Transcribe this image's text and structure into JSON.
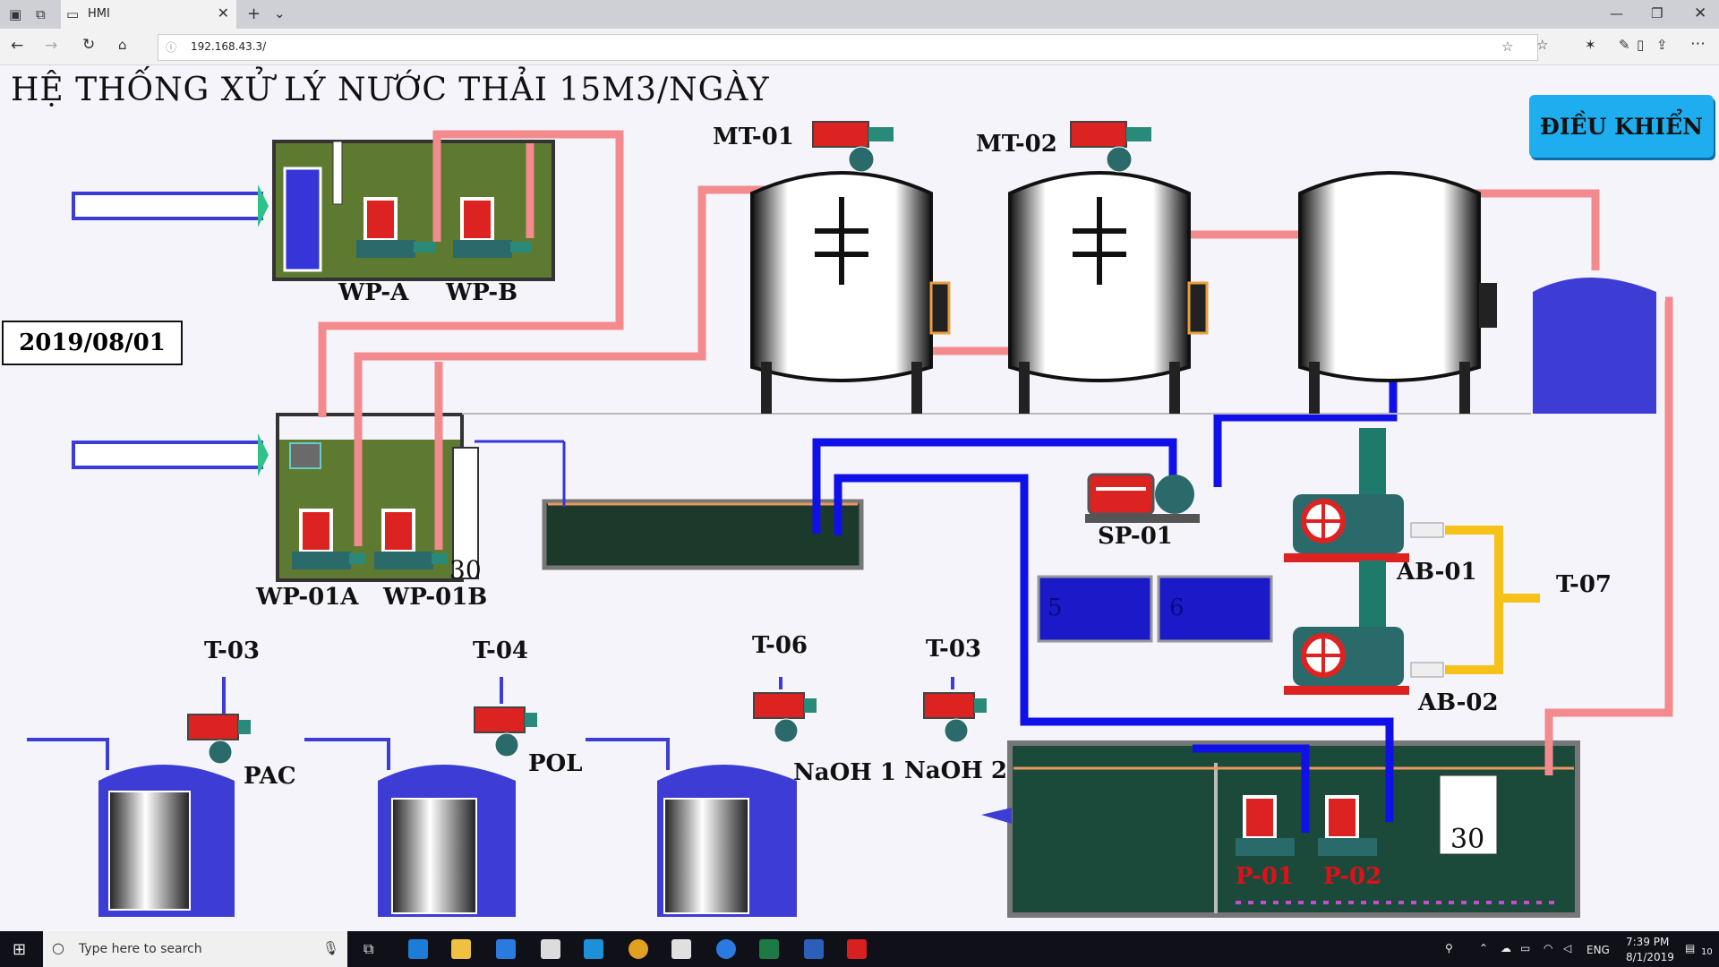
{
  "browser": {
    "tab_title": "HMI",
    "address": "192.168.43.3/"
  },
  "hmi": {
    "title": "HỆ THỐNG XỬ LÝ NƯỚC THẢI 15M3/NGÀY",
    "control_button": "ĐIỀU KHIỂN",
    "date": "2019/08/01",
    "labels": {
      "wp_a": "WP-A",
      "wp_b": "WP-B",
      "wp_01a": "WP-01A",
      "wp_01b": "WP-01B",
      "mt_01": "MT-01",
      "mt_02": "MT-02",
      "sp_01": "SP-01",
      "ab_01": "AB-01",
      "ab_02": "AB-02",
      "t_07": "T-07",
      "t_03a": "T-03",
      "t_04": "T-04",
      "t_06": "T-06",
      "t_03b": "T-03",
      "pac": "PAC",
      "pol": "POL",
      "naoh1": "NaOH 1",
      "naoh2": "NaOH 2",
      "p_01": "P-01",
      "p_02": "P-02"
    },
    "level_tank2": "30",
    "level_final": "30",
    "display_5": "5",
    "display_6": "6",
    "colors": {
      "pipe_pink": "#f28a8e",
      "pipe_blue": "#1010e8",
      "pipe_yellow": "#f6c21a",
      "tank_blue": "#3d3dd6",
      "water_green": "#5e7a30",
      "dark_water": "#1c3a2c"
    }
  },
  "taskbar": {
    "search_placeholder": "Type here to search",
    "language": "ENG",
    "time": "7:39 PM",
    "date": "8/1/2019",
    "notifications": "10"
  }
}
